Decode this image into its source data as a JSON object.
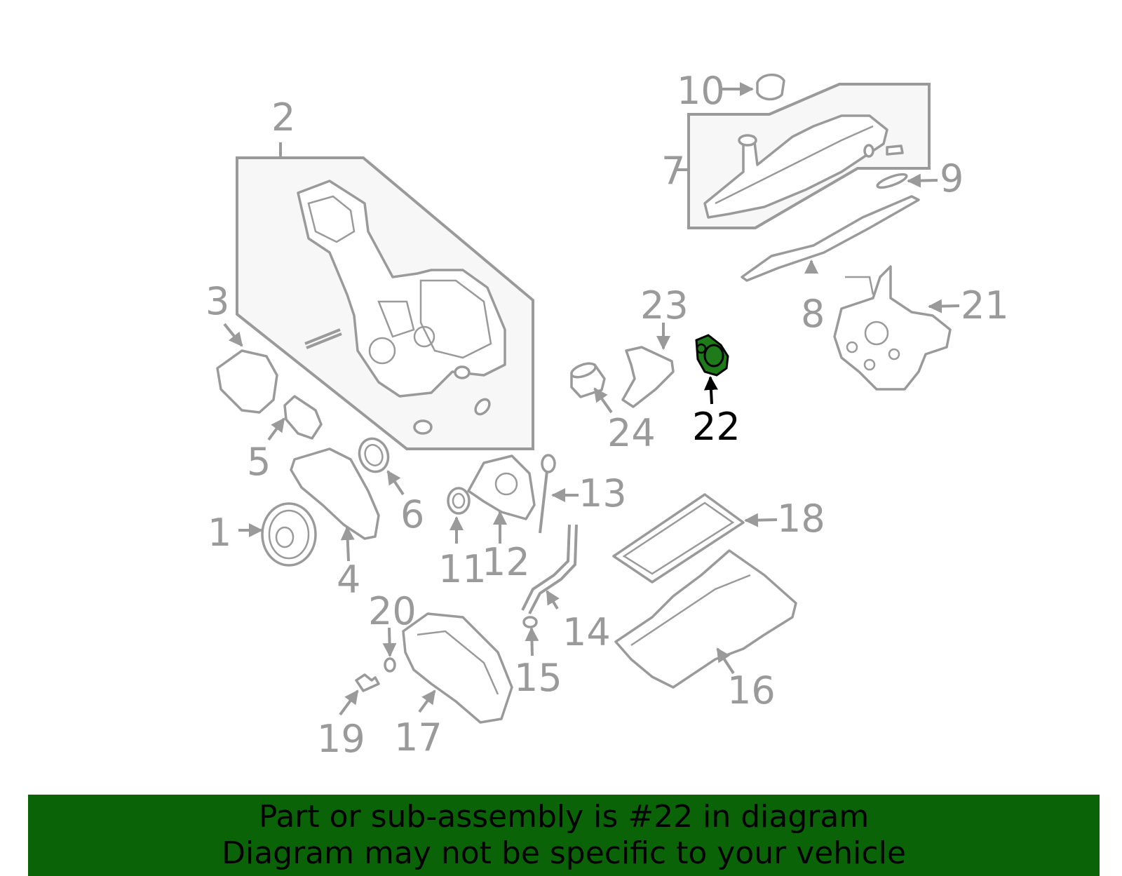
{
  "callouts": {
    "c1": "1",
    "c2": "2",
    "c3": "3",
    "c4": "4",
    "c5": "5",
    "c6": "6",
    "c7": "7",
    "c8": "8",
    "c9": "9",
    "c10": "10",
    "c11": "11",
    "c12": "12",
    "c13": "13",
    "c14": "14",
    "c15": "15",
    "c16": "16",
    "c17": "17",
    "c18": "18",
    "c19": "19",
    "c20": "20",
    "c21": "21",
    "c22": "22",
    "c23": "23",
    "c24": "24"
  },
  "highlight": {
    "part": "22",
    "color": "#1f7a1a"
  },
  "colors": {
    "line": "#9a9a9a",
    "banner": "#0b6307"
  },
  "banner": {
    "line1": "Part or sub-assembly is #22 in diagram",
    "line2": "Diagram may not be specific to your vehicle"
  }
}
